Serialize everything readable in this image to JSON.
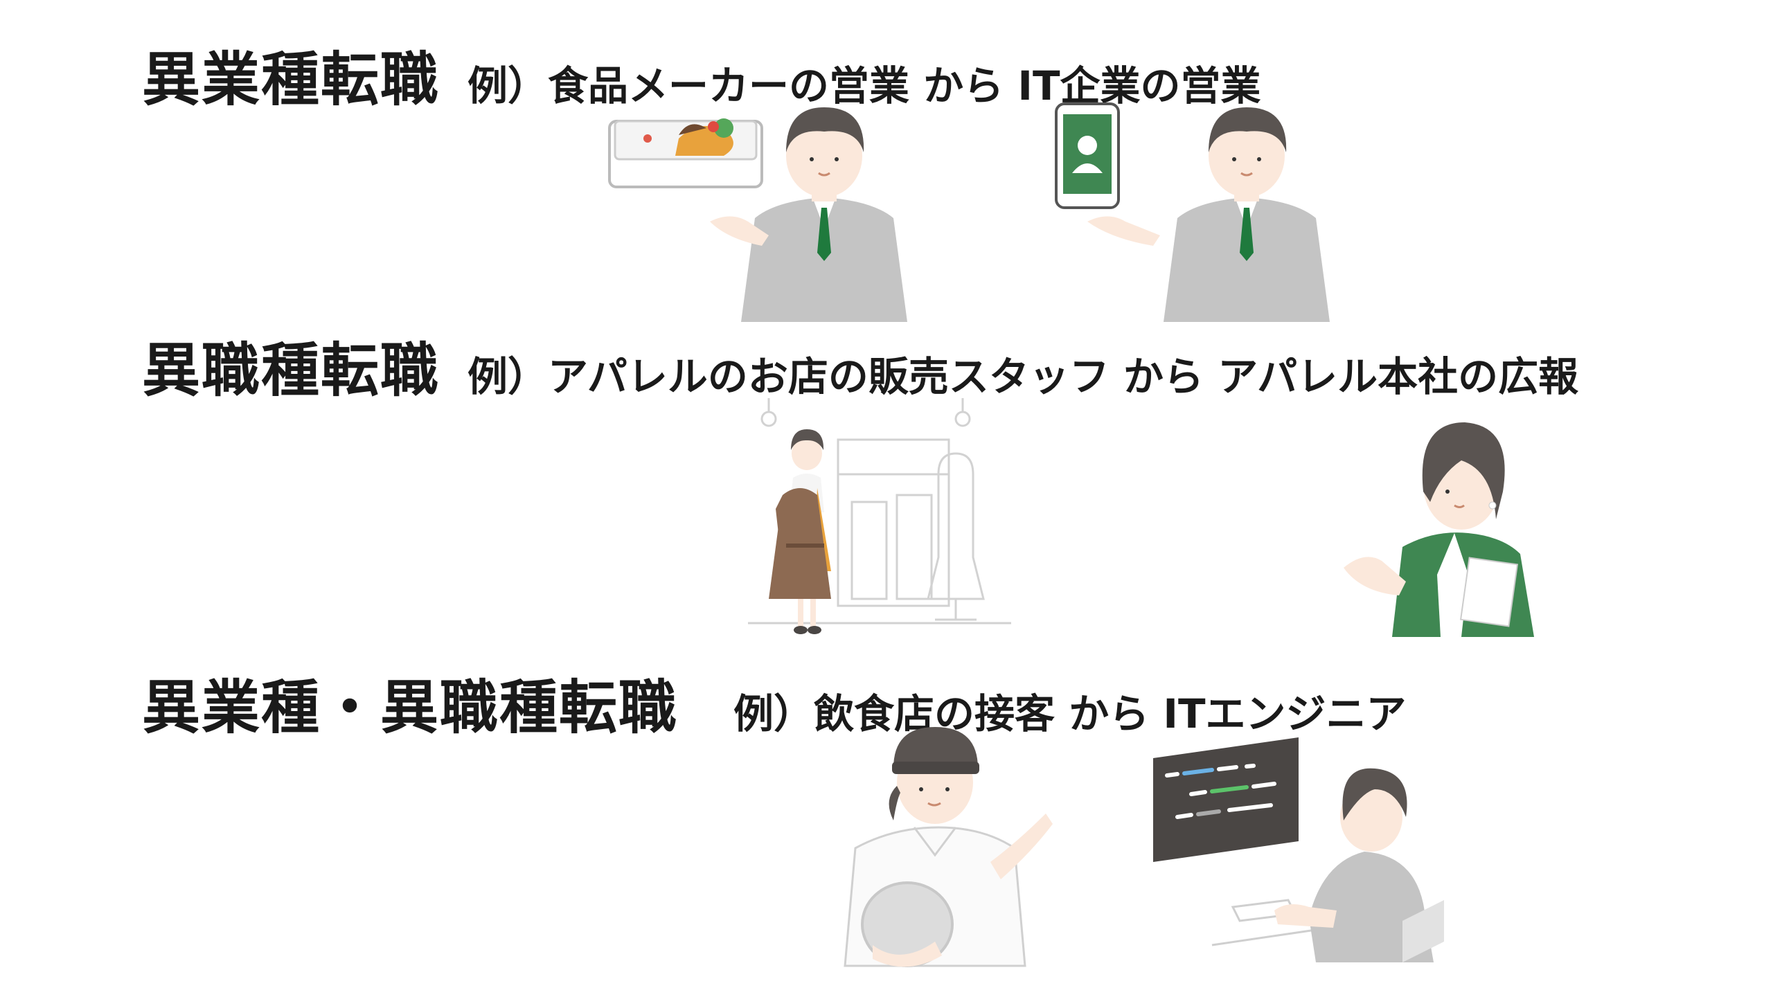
{
  "rows": [
    {
      "heading": "異業種転職",
      "example": "例）食品メーカーの営業 から IT企業の営業"
    },
    {
      "heading": "異職種転職",
      "example": "例）アパレルのお店の販売スタッフ から アパレル本社の広報"
    },
    {
      "heading": "異業種・異職種転職",
      "example": "例）飲食店の接客 から ITエンジニア"
    }
  ],
  "colors": {
    "suit_gray": "#c4c4c4",
    "hair": "#5a5451",
    "skin": "#fbe8db",
    "accent_green": "#3f8752",
    "coat_brown": "#8d6a52",
    "monitor": "#4a4644",
    "outline": "#999999"
  }
}
